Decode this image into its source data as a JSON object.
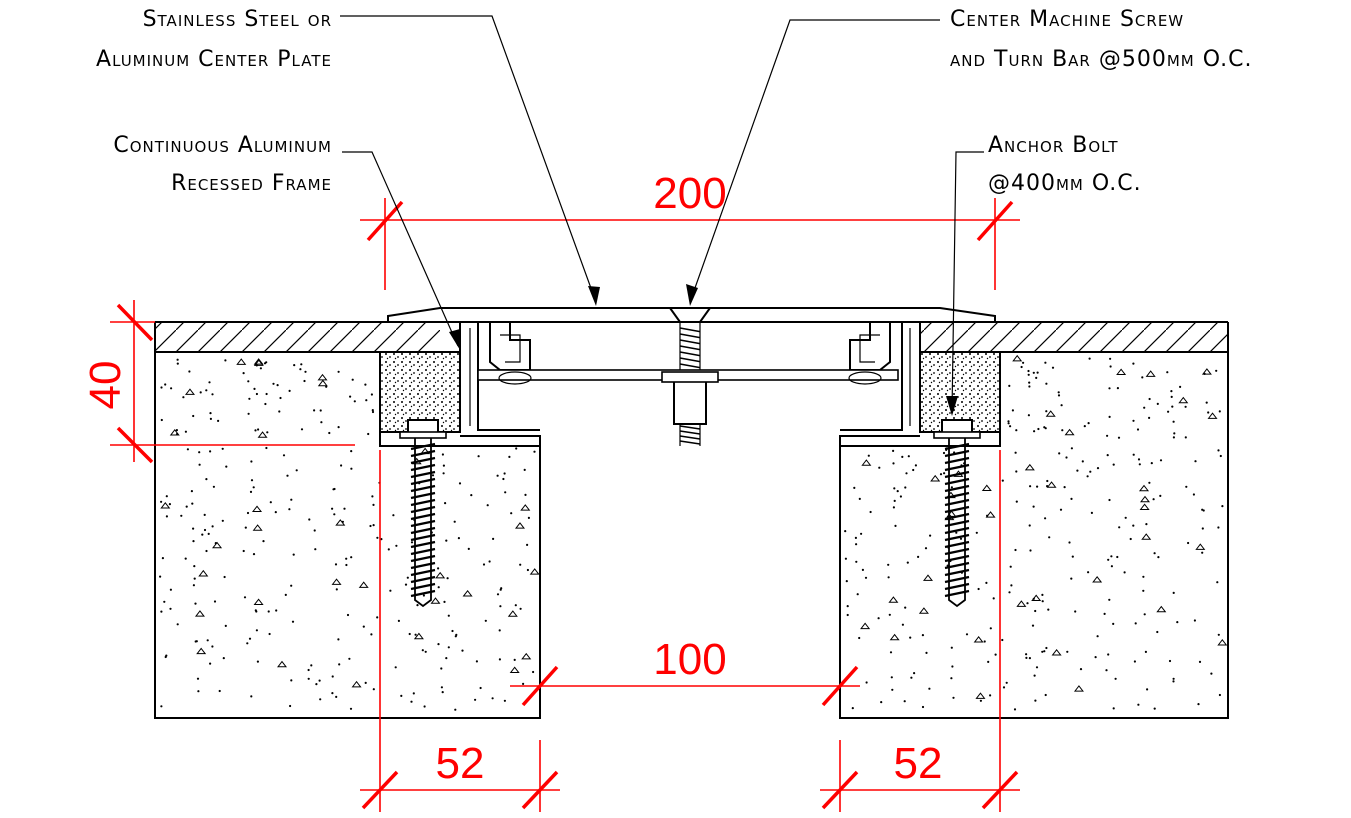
{
  "labels": {
    "center_plate": [
      "Stainless Steel or",
      "Aluminum Center Plate"
    ],
    "screw": [
      "Center Machine Screw",
      "and Turn Bar @500mm O.C."
    ],
    "frame": [
      "Continuous Aluminum",
      "Recessed Frame"
    ],
    "anchor": [
      "Anchor Bolt",
      "@400mm O.C."
    ]
  },
  "dimensions": {
    "overall_width": "200",
    "gap": "100",
    "depth": "40",
    "left_edge": "52",
    "right_edge": "52"
  },
  "colors": {
    "linework": "#000000",
    "dimension": "#ff0000"
  }
}
